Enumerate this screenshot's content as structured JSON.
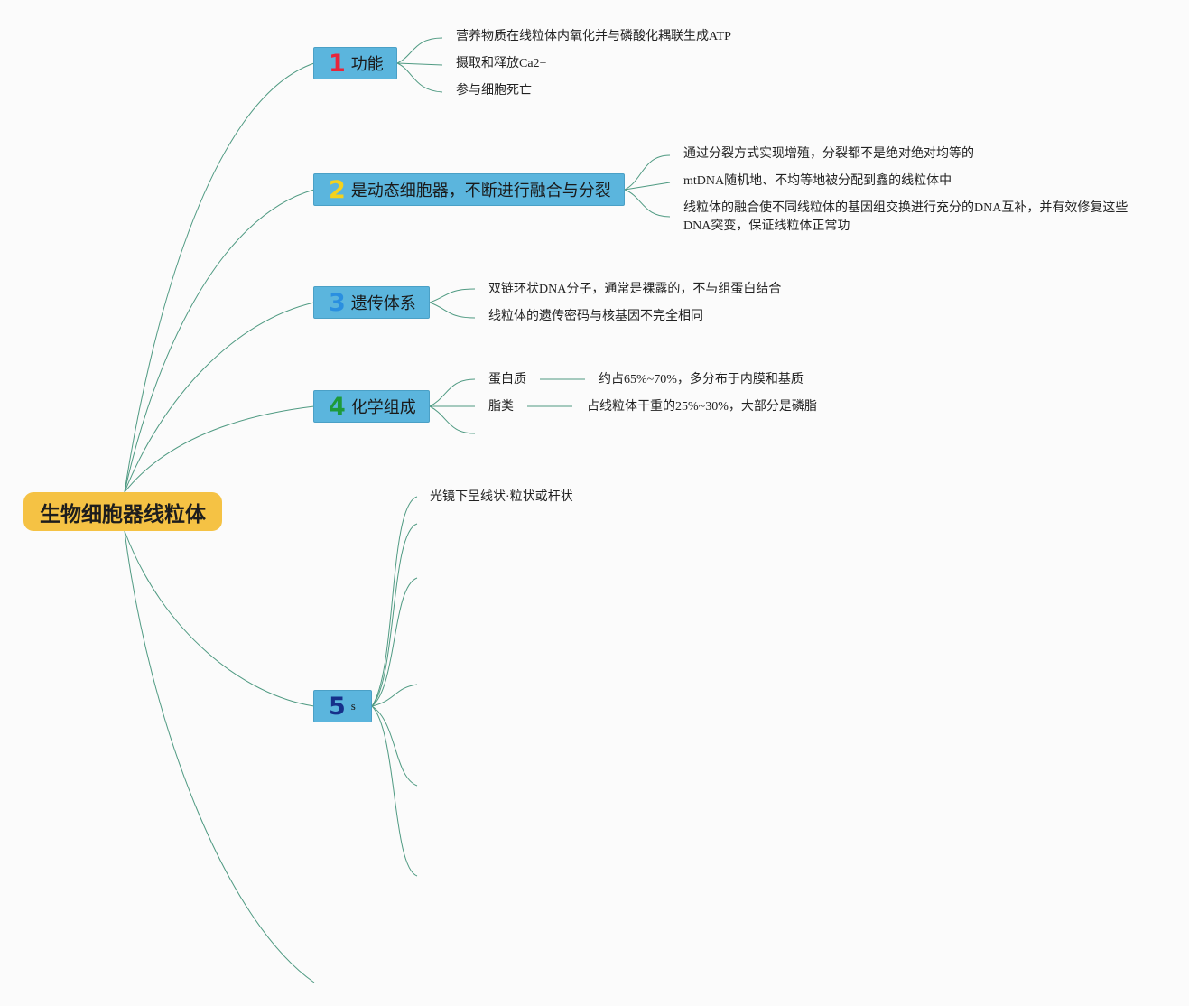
{
  "root": {
    "label": "生物细胞器线粒体"
  },
  "branches": [
    {
      "number": "1",
      "label": "功能",
      "number_color": "#e8253a",
      "children": [
        "营养物质在线粒体内氧化并与磷酸化耦联生成ATP",
        "摄取和释放Ca2+",
        "参与细胞死亡"
      ]
    },
    {
      "number": "2",
      "label": "是动态细胞器，不断进行融合与分裂",
      "number_color": "#f4d21c",
      "children": [
        "通过分裂方式实现增殖，分裂都不是绝对绝对均等的",
        "mtDNA随机地、不均等地被分配到鑫的线粒体中",
        "线粒体的融合使不同线粒体的基因组交换进行充分的DNA互补，并有效修复这些",
        "DNA突变，保证线粒体正常功"
      ]
    },
    {
      "number": "3",
      "label": "遗传体系",
      "number_color": "#2a8fe0",
      "children": [
        "双链环状DNA分子，通常是裸露的，不与组蛋白结合",
        "线粒体的遗传密码与核基因不完全相同"
      ]
    },
    {
      "number": "4",
      "label": "化学组成",
      "number_color": "#1e9a3a",
      "children": [
        {
          "label": "蛋白质",
          "detail": "约占65%~70%，多分布于内膜和基质"
        },
        {
          "label": "脂类",
          "detail": "占线粒体干重的25%~30%，大部分是磷脂"
        }
      ]
    },
    {
      "number": "5",
      "label": "s",
      "number_color": "#16308a",
      "children": [
        "光镜下呈线状·粒状或杆状"
      ]
    }
  ],
  "colors": {
    "background": "#fbfbfb",
    "root_fill": "#f5c244",
    "branch_fill": "#5bb5dd",
    "connector": "#4f9a82"
  }
}
